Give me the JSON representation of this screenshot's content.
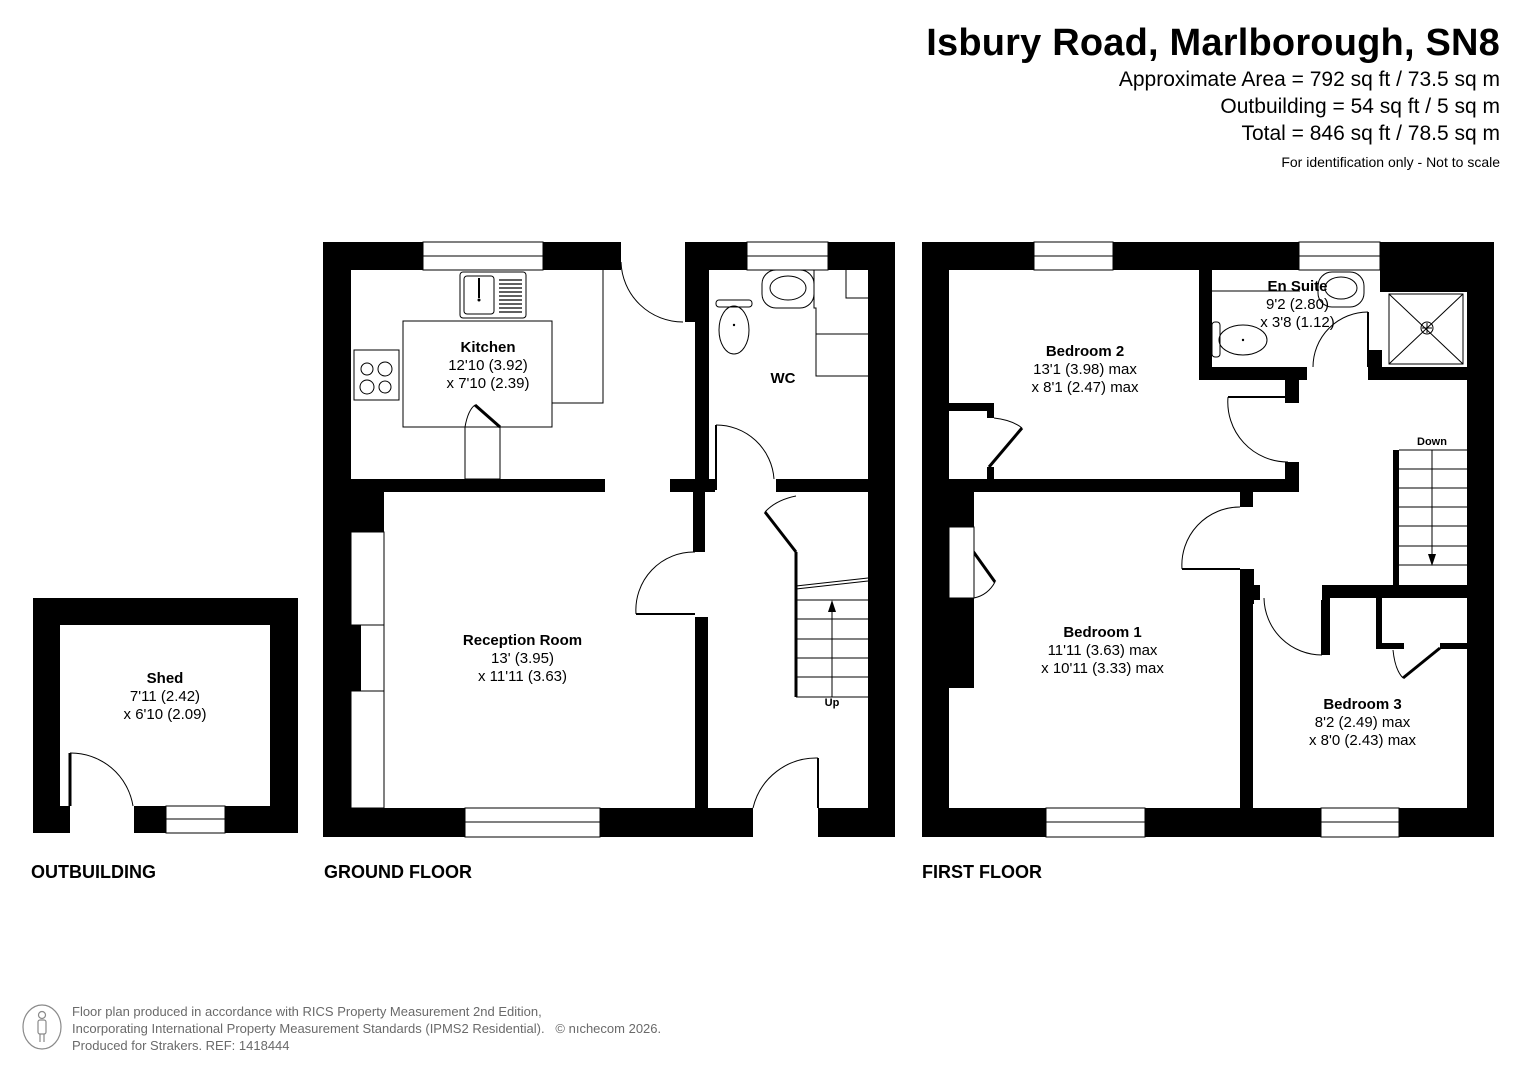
{
  "header": {
    "title": "Isbury Road, Marlborough, SN8",
    "areas": [
      "Approximate Area = 792 sq ft / 73.5 sq m",
      "Outbuilding = 54 sq ft / 5 sq m",
      "Total = 846 sq ft / 78.5 sq m"
    ],
    "note": "For identification only - Not to scale"
  },
  "floors": {
    "outbuilding": {
      "label": "OUTBUILDING",
      "rooms": [
        {
          "name": "Shed",
          "dim1": "7'11 (2.42)",
          "dim2": "x 6'10 (2.09)"
        }
      ]
    },
    "ground": {
      "label": "GROUND FLOOR",
      "rooms": [
        {
          "name": "Kitchen",
          "dim1": "12'10 (3.92)",
          "dim2": "x 7'10 (2.39)"
        },
        {
          "name": "WC",
          "dim1": "",
          "dim2": ""
        },
        {
          "name": "Reception Room",
          "dim1": "13' (3.95)",
          "dim2": "x 11'11 (3.63)"
        }
      ],
      "stairs_label": "Up"
    },
    "first": {
      "label": "FIRST FLOOR",
      "rooms": [
        {
          "name": "Bedroom 2",
          "dim1": "13'1 (3.98) max",
          "dim2": "x 8'1 (2.47) max"
        },
        {
          "name": "En Suite",
          "dim1": "9'2 (2.80)",
          "dim2": "x 3'8 (1.12)"
        },
        {
          "name": "Bedroom 1",
          "dim1": "11'11 (3.63) max",
          "dim2": "x 10'11 (3.33) max"
        },
        {
          "name": "Bedroom 3",
          "dim1": "8'2 (2.49) max",
          "dim2": "x 8'0 (2.43) max"
        }
      ],
      "stairs_label": "Down"
    }
  },
  "footer": {
    "lines": [
      "Floor plan produced in accordance with RICS Property Measurement 2nd Edition,",
      "Incorporating International Property Measurement Standards (IPMS2 Residential).",
      "Produced for Strakers.   REF: 1418444"
    ],
    "copyright": "© nıchecom 2026.",
    "icon": "person-measure-icon"
  },
  "colors": {
    "wall": "#000000",
    "background": "#ffffff",
    "footer_text": "#6a6a6a"
  }
}
